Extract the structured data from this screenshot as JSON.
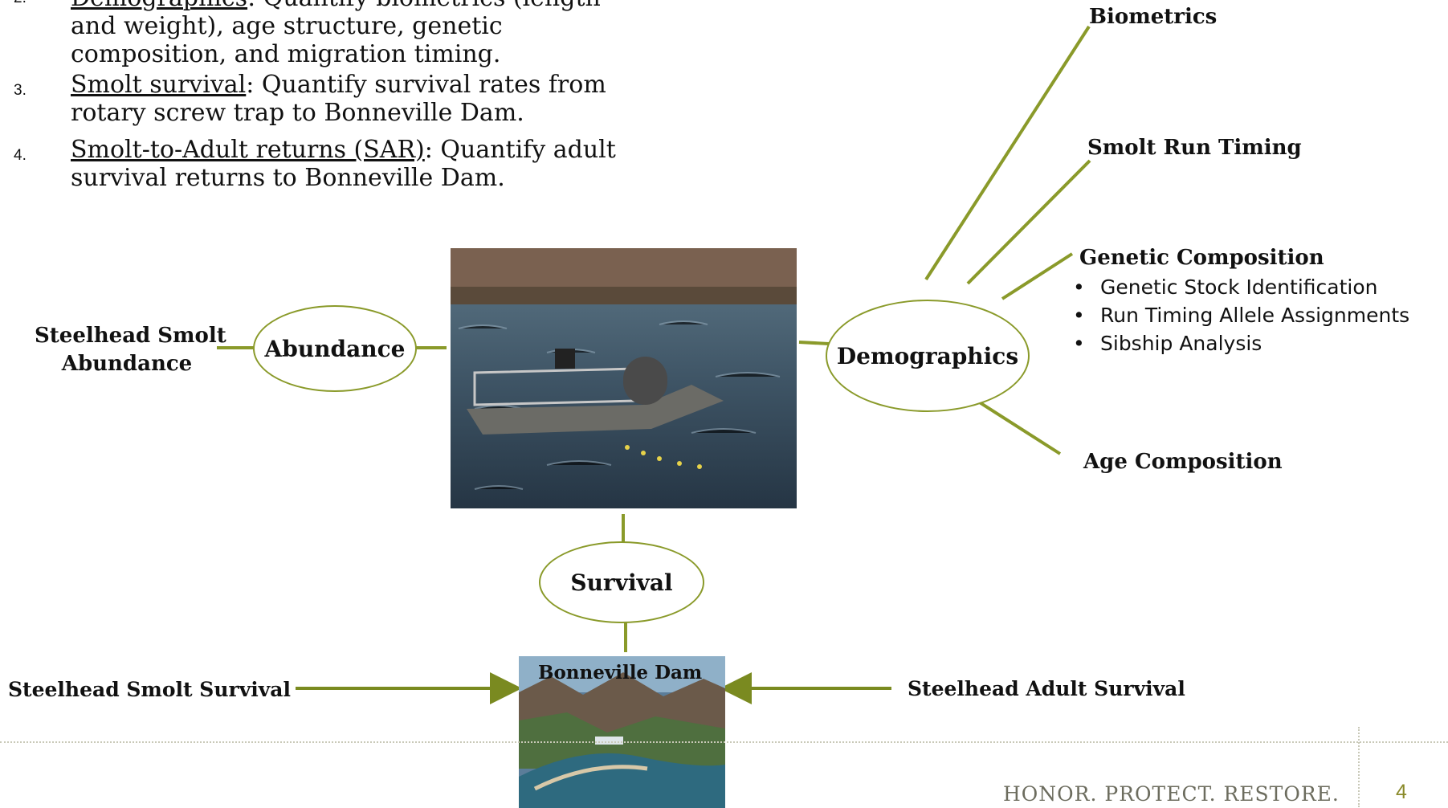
{
  "objectives": [
    {
      "num": "2.",
      "title": "Demographics",
      "rest": ": Quantify biometrics (length and weight), age structure, genetic composition, and migration timing."
    },
    {
      "num": "3.",
      "title": "Smolt survival",
      "rest": ": Quantify survival rates from rotary screw trap to Bonneville Dam."
    },
    {
      "num": "4.",
      "title": "Smolt-to-Adult returns (SAR)",
      "rest": ": Quantify adult survival returns to Bonneville Dam."
    }
  ],
  "nodes": {
    "abundance": "Abundance",
    "demographics": "Demographics",
    "survival": "Survival"
  },
  "labels": {
    "abundance_target_line1": "Steelhead Smolt",
    "abundance_target_line2": "Abundance",
    "biometrics": "Biometrics",
    "smolt_run_timing": "Smolt Run Timing",
    "genetic_composition": "Genetic Composition",
    "age_composition": "Age Composition",
    "bonneville_dam": "Bonneville Dam",
    "smolt_survival": "Steelhead Smolt Survival",
    "adult_survival": "Steelhead Adult Survival"
  },
  "genetic_items": [
    "Genetic Stock Identification",
    "Run Timing Allele Assignments",
    "Sibship Analysis"
  ],
  "colors": {
    "line": "#8a9a2a",
    "arrow": "#7a8a20"
  },
  "footer": {
    "tagline": "HONOR. PROTECT. RESTORE.",
    "page": "4"
  }
}
